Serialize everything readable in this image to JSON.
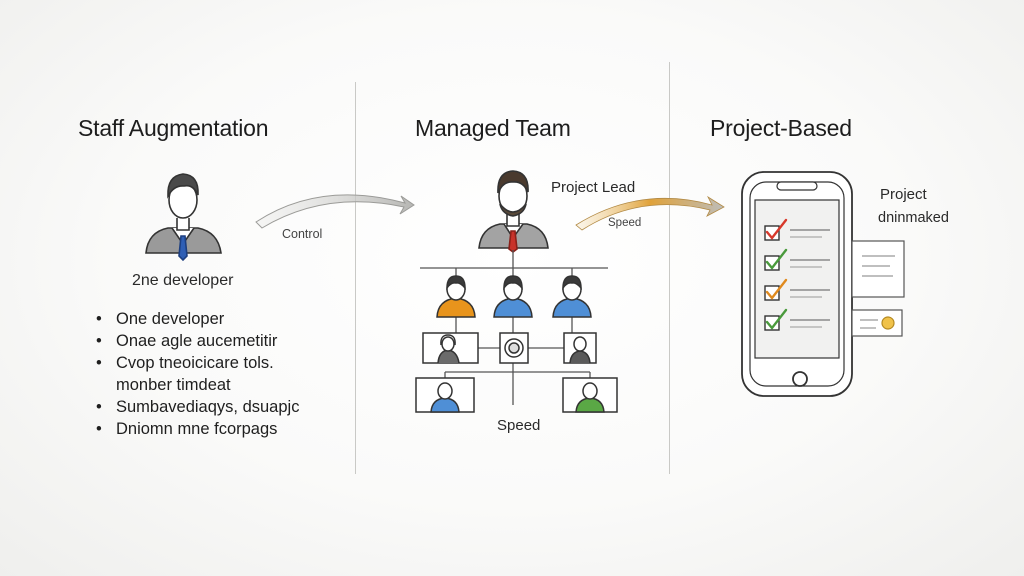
{
  "columns": [
    {
      "title": "Staff Augmentation"
    },
    {
      "title": "Managed Team"
    },
    {
      "title": "Project-Based"
    }
  ],
  "staff_aug": {
    "caption": "2ne developer",
    "arrow_label": "Control",
    "bullets": [
      "One developer",
      "Onae agle aucemetitir",
      "Cvop tneoicicare tols.",
      "Sumbavediaqys, dsuapjc",
      "Dniomn mne fcorpags"
    ],
    "bullet_continuation": "monber timdeat"
  },
  "managed": {
    "lead_label": "Project Lead",
    "arrow_label": "Speed",
    "bottom_label": "Speed",
    "member_colors": [
      "#e8941c",
      "#4f8fd6",
      "#4f8fd6"
    ],
    "lower_colors": [
      "#4f8fd6",
      "#5aa845"
    ]
  },
  "project": {
    "label_line1": "Project",
    "label_line2": "dninmaked",
    "checklist_colors": [
      "#d8392b",
      "#4a9a3c",
      "#e08a1e",
      "#4a9a3c"
    ]
  },
  "colors": {
    "ink": "#333333",
    "tie_blue": "#2f5fb5",
    "tie_red": "#c8322a",
    "arrow_gold": "#e0a23a"
  }
}
